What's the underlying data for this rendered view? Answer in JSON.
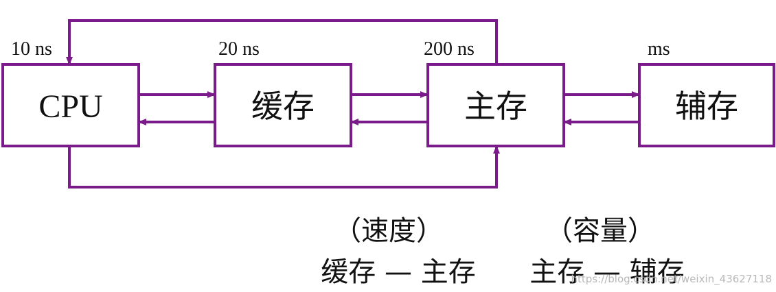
{
  "nodes": {
    "cpu": {
      "label": "CPU",
      "time": "10 ns"
    },
    "cache": {
      "label": "缓存",
      "time": "20 ns"
    },
    "main_memory": {
      "label": "主存",
      "time": "200 ns"
    },
    "secondary": {
      "label": "辅存",
      "time": "ms"
    }
  },
  "captions": {
    "speed_heading": "（速度）",
    "speed_pair": "缓存 — 主存",
    "capacity_heading": "（容量）",
    "capacity_pair": "主存 — 辅存"
  },
  "watermark": "https://blog.csdn.net/weixin_43627118",
  "colors": {
    "line": "#7b1a8a",
    "text": "#111111"
  }
}
